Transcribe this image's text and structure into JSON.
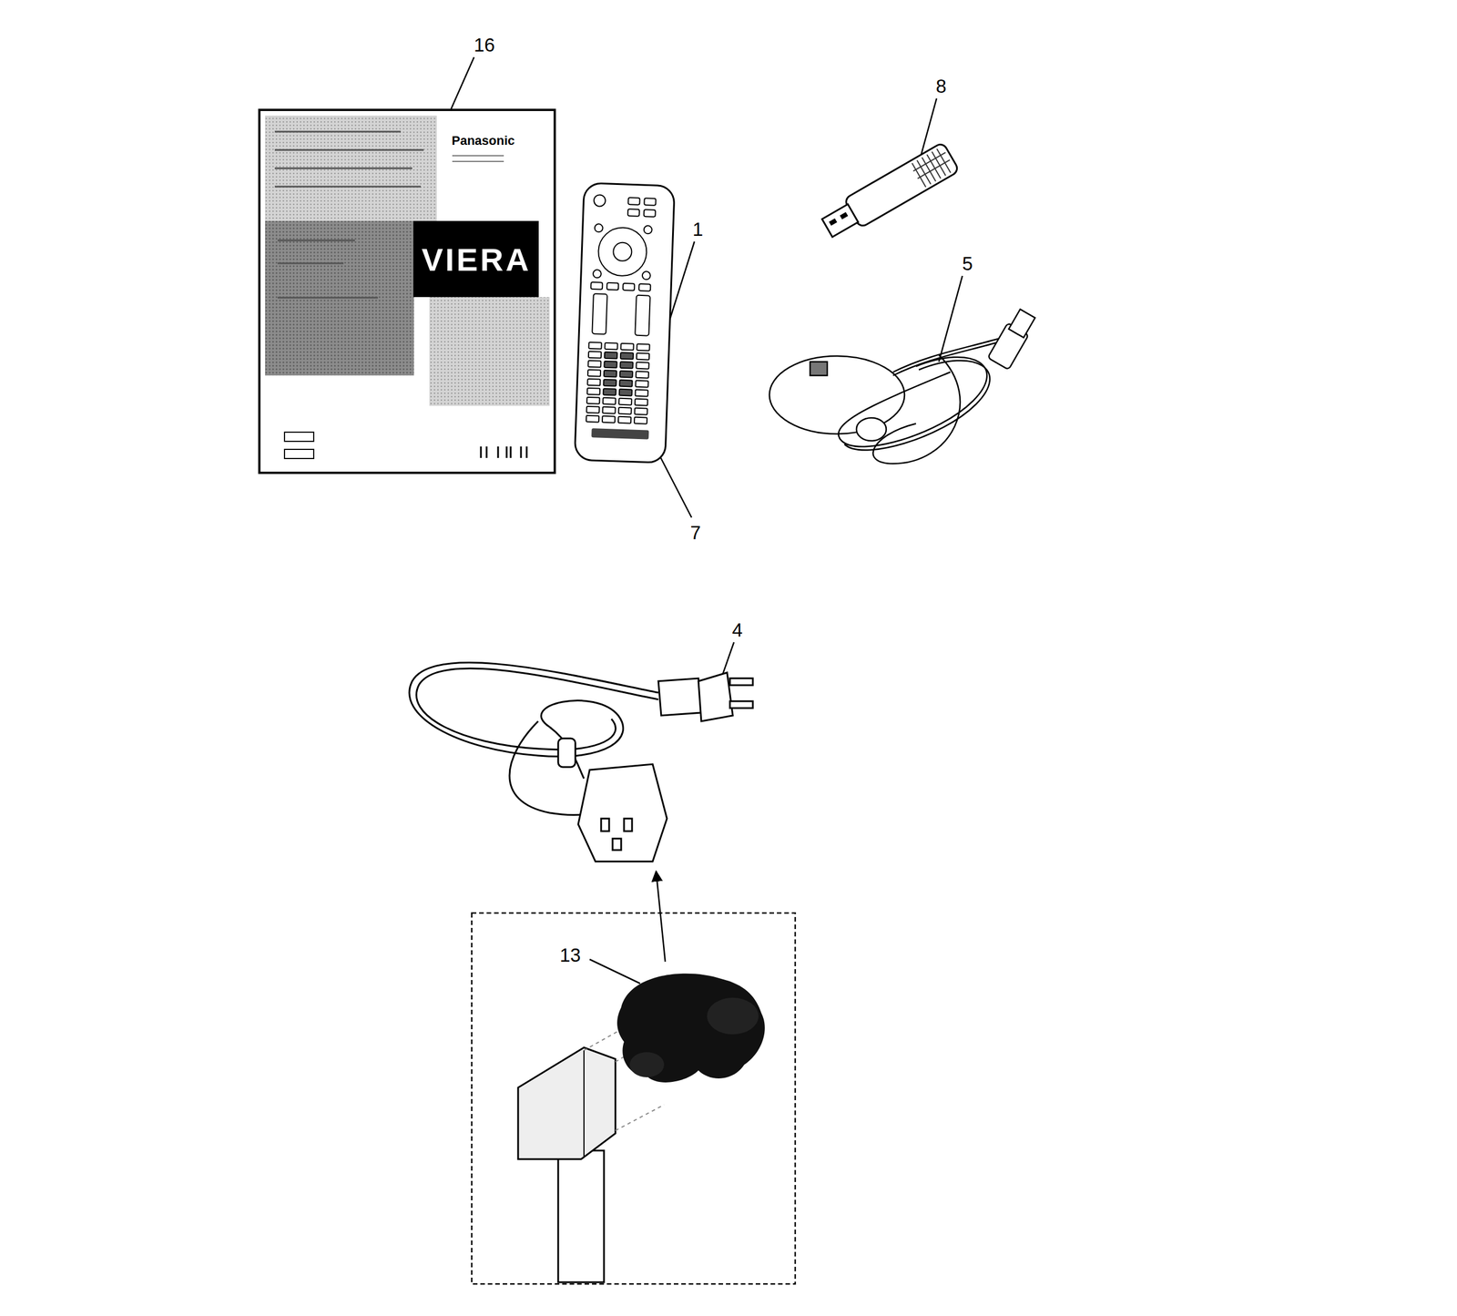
{
  "diagram": {
    "labels": [
      "16",
      "Panasonic",
      "VIERA",
      "1",
      "8",
      "5",
      "7",
      "4",
      "13"
    ]
  }
}
